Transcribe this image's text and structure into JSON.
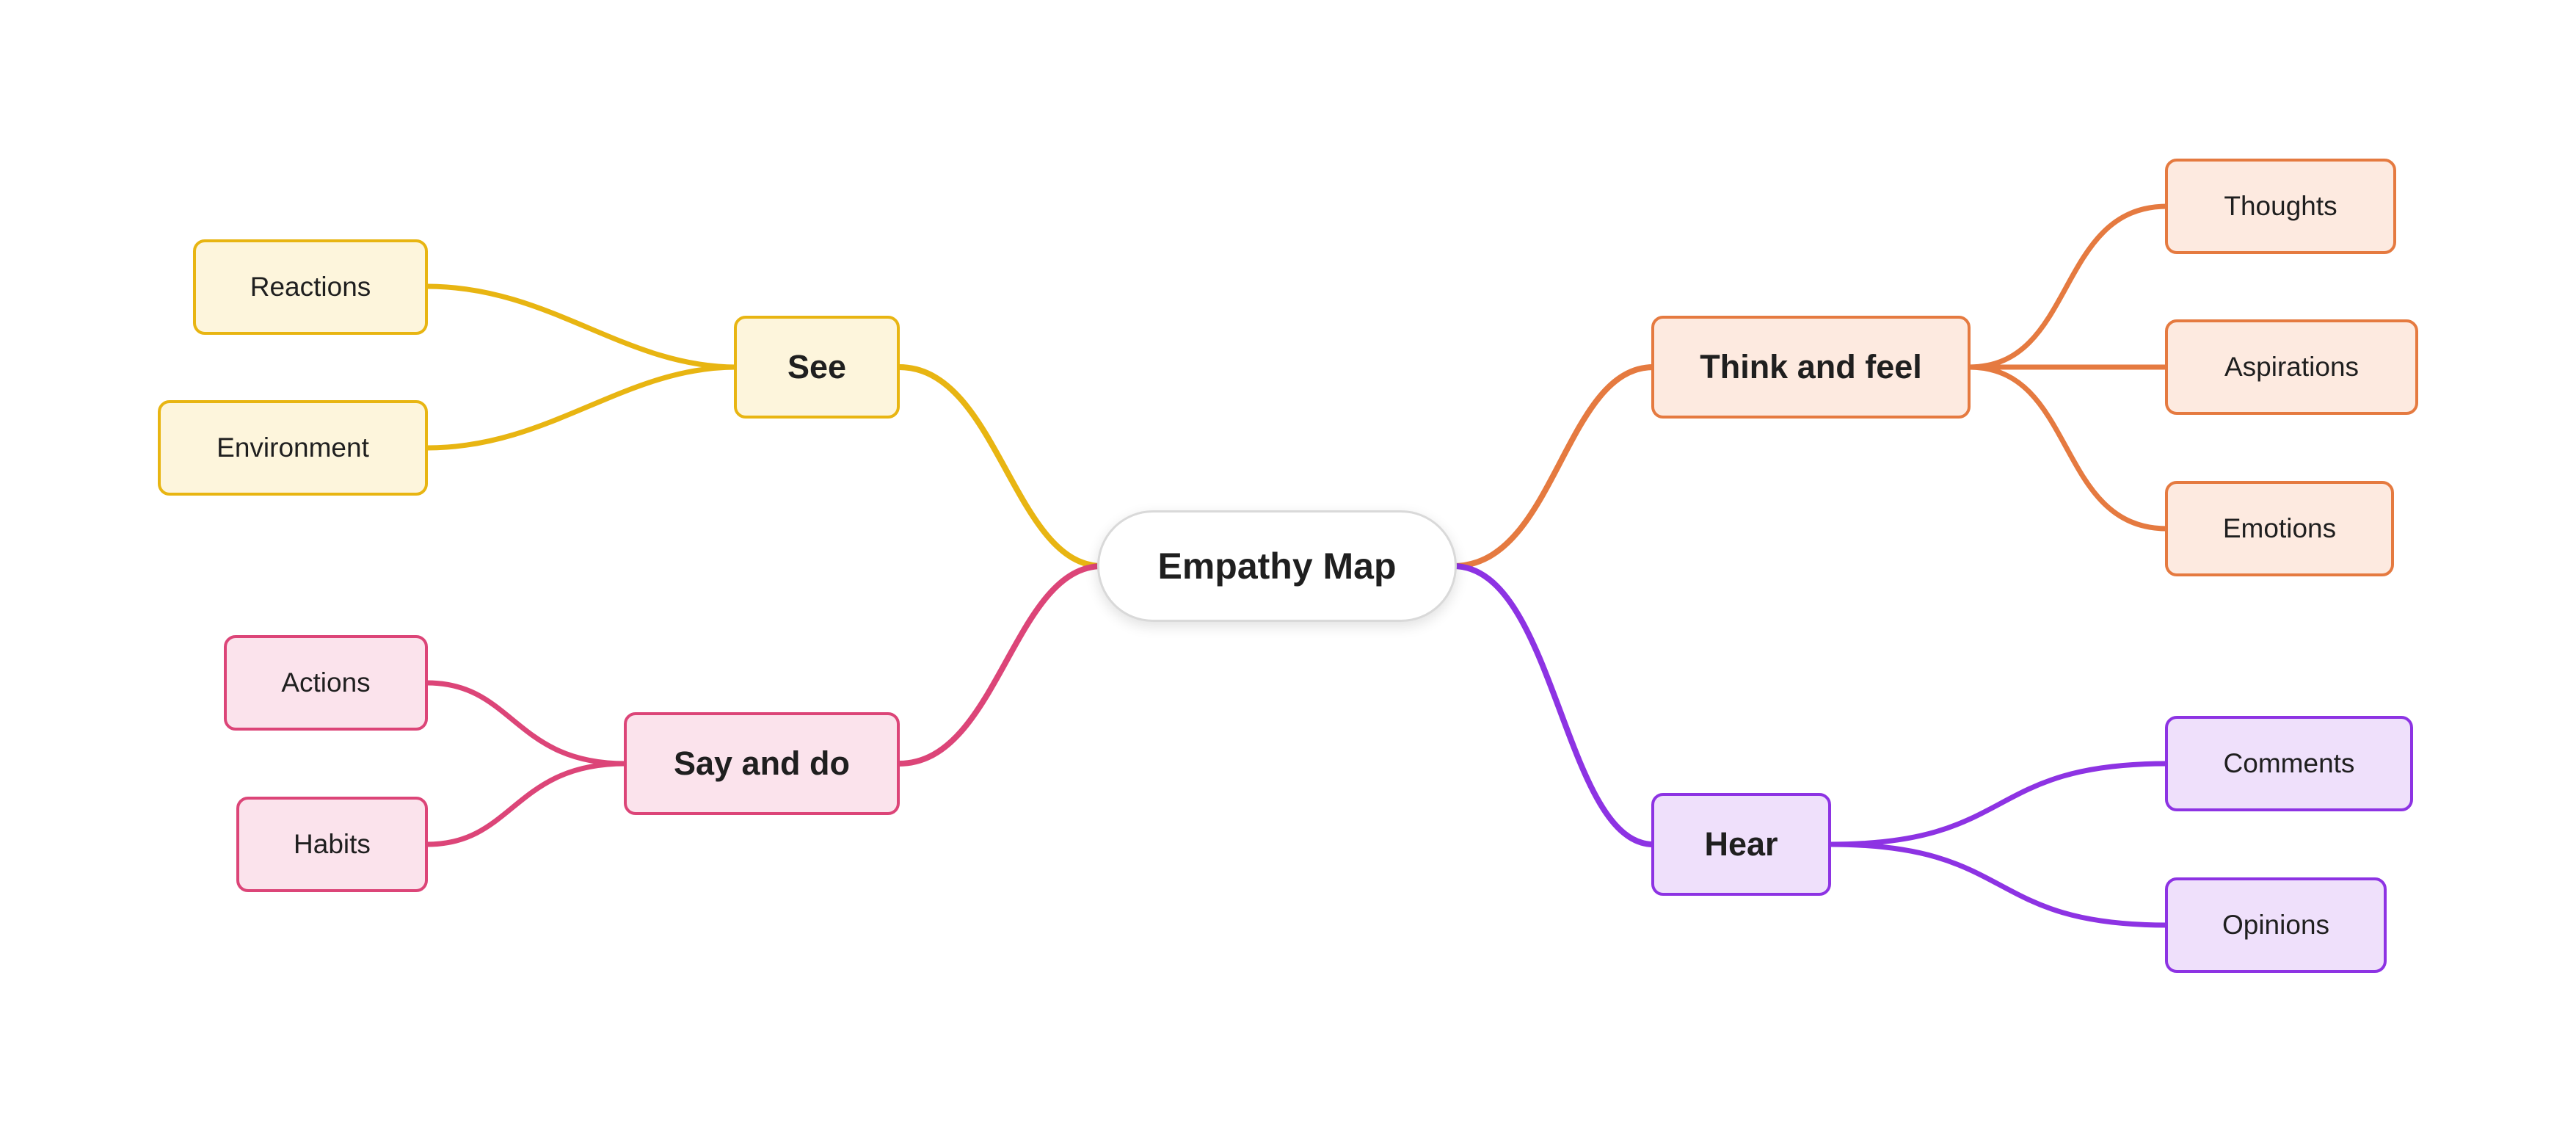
{
  "colors": {
    "root_border": "#d9d9d9",
    "root_fill": "#ffffff",
    "see_stroke": "#e8b512",
    "see_fill": "#fdf5dc",
    "say_stroke": "#dc4578",
    "say_fill": "#fbe3ec",
    "think_stroke": "#e57a40",
    "think_fill": "#fdeae0",
    "hear_stroke": "#8d33e3",
    "hear_fill": "#efe0fb"
  },
  "root": {
    "label": "Empathy Map"
  },
  "branches": {
    "see": {
      "label": "See",
      "children": [
        "Reactions",
        "Environment"
      ]
    },
    "say_and_do": {
      "label": "Say and do",
      "children": [
        "Actions",
        "Habits"
      ]
    },
    "think_and_feel": {
      "label": "Think and feel",
      "children": [
        "Thoughts",
        "Aspirations",
        "Emotions"
      ]
    },
    "hear": {
      "label": "Hear",
      "children": [
        "Comments",
        "Opinions"
      ]
    }
  }
}
